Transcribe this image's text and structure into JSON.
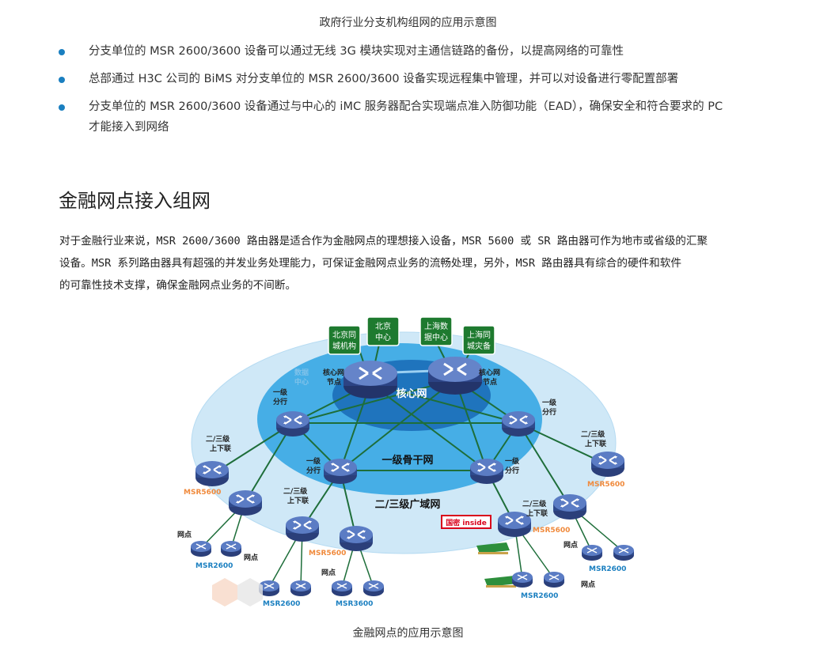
{
  "top_caption": "政府行业分支机构组网的应用示意图",
  "bullets": [
    {
      "line1": "分支单位的 MSR 2600/3600 设备可以通过无线 3G 模块实现对主通信链路的备份，以提高网络的可靠性",
      "line2": ""
    },
    {
      "line1": "总部通过 H3C 公司的 BiMS 对分支单位的 MSR 2600/3600 设备实现远程集中管理，并可以对设备进行零配置部署",
      "line2": ""
    },
    {
      "line1": "分支单位的 MSR 2600/3600 设备通过与中心的 iMC 服务器配合实现端点准入防御功能（EAD），确保安全和符合要求的 PC",
      "line2": "才能接入到网络"
    }
  ],
  "section_title": "金融网点接入组网",
  "paragraph": [
    "对于金融行业来说，MSR 2600/3600 路由器是适合作为金融网点的理想接入设备，MSR 5600 或 SR 路由器可作为地市或省级的汇聚",
    "设备。MSR 系列路由器具有超强的并发业务处理能力，可保证金融网点业务的流畅处理，另外，MSR 路由器具有综合的硬件和软件",
    "的可靠性技术支撑，确保金融网点业务的不间断。"
  ],
  "diagram": {
    "centers": [
      "北京同\n城机构",
      "北京\n中心",
      "上海数\n据中心",
      "上海同\n城灾备"
    ],
    "core_net": "核心网",
    "core_node_label": "核心网\n节点",
    "core_node_label_faint": "数据\n中心",
    "backbone_label": "一级骨干网",
    "wan_label": "二/三级广域网",
    "level1_branch": "一级\n分行",
    "level23_uplink": "二/三级\n上下联",
    "site_label": "网点",
    "msr5600": "MSR5600",
    "msr2600": "MSR2600",
    "msr3600": "MSR3600",
    "guomi_badge": "国密 inside"
  },
  "bottom_caption": "金融网点的应用示意图",
  "colors": {
    "bullet_dot": "#1a7fc0",
    "outer_ellipse": "#cfe8f7",
    "inner_ellipse": "#4fb3e8",
    "core_ellipse": "#1f78c1",
    "green_box": "#1e7a2f",
    "link": "#1e6e3a",
    "msr5600_text": "#f08a3c",
    "msr2600_text": "#1a7fc0",
    "badge_red": "#d9001b"
  }
}
